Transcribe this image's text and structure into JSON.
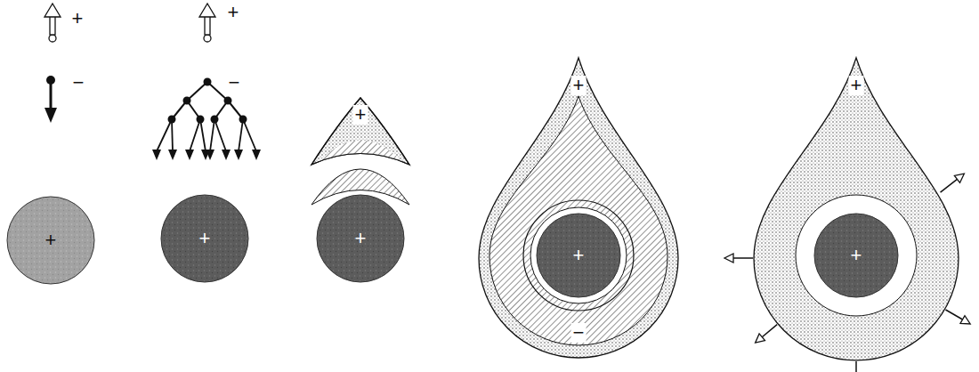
{
  "diagram": {
    "nodes": [
      {
        "text": [
          "+"
        ]
      },
      {
        "text": [
          "+"
        ]
      },
      {
        "text": [
          "+"
        ]
      },
      {
        "text": [
          "+"
        ]
      },
      {
        "text": [
          "+",
          "−"
        ]
      },
      {
        "text": [
          "+"
        ],
        "in": 4
      },
      {
        "text": [
          "+"
        ]
      },
      {
        "text": [
          "+"
        ],
        "in": 6
      }
    ],
    "labels": [
      "+",
      "−",
      "+",
      "−"
    ]
  }
}
